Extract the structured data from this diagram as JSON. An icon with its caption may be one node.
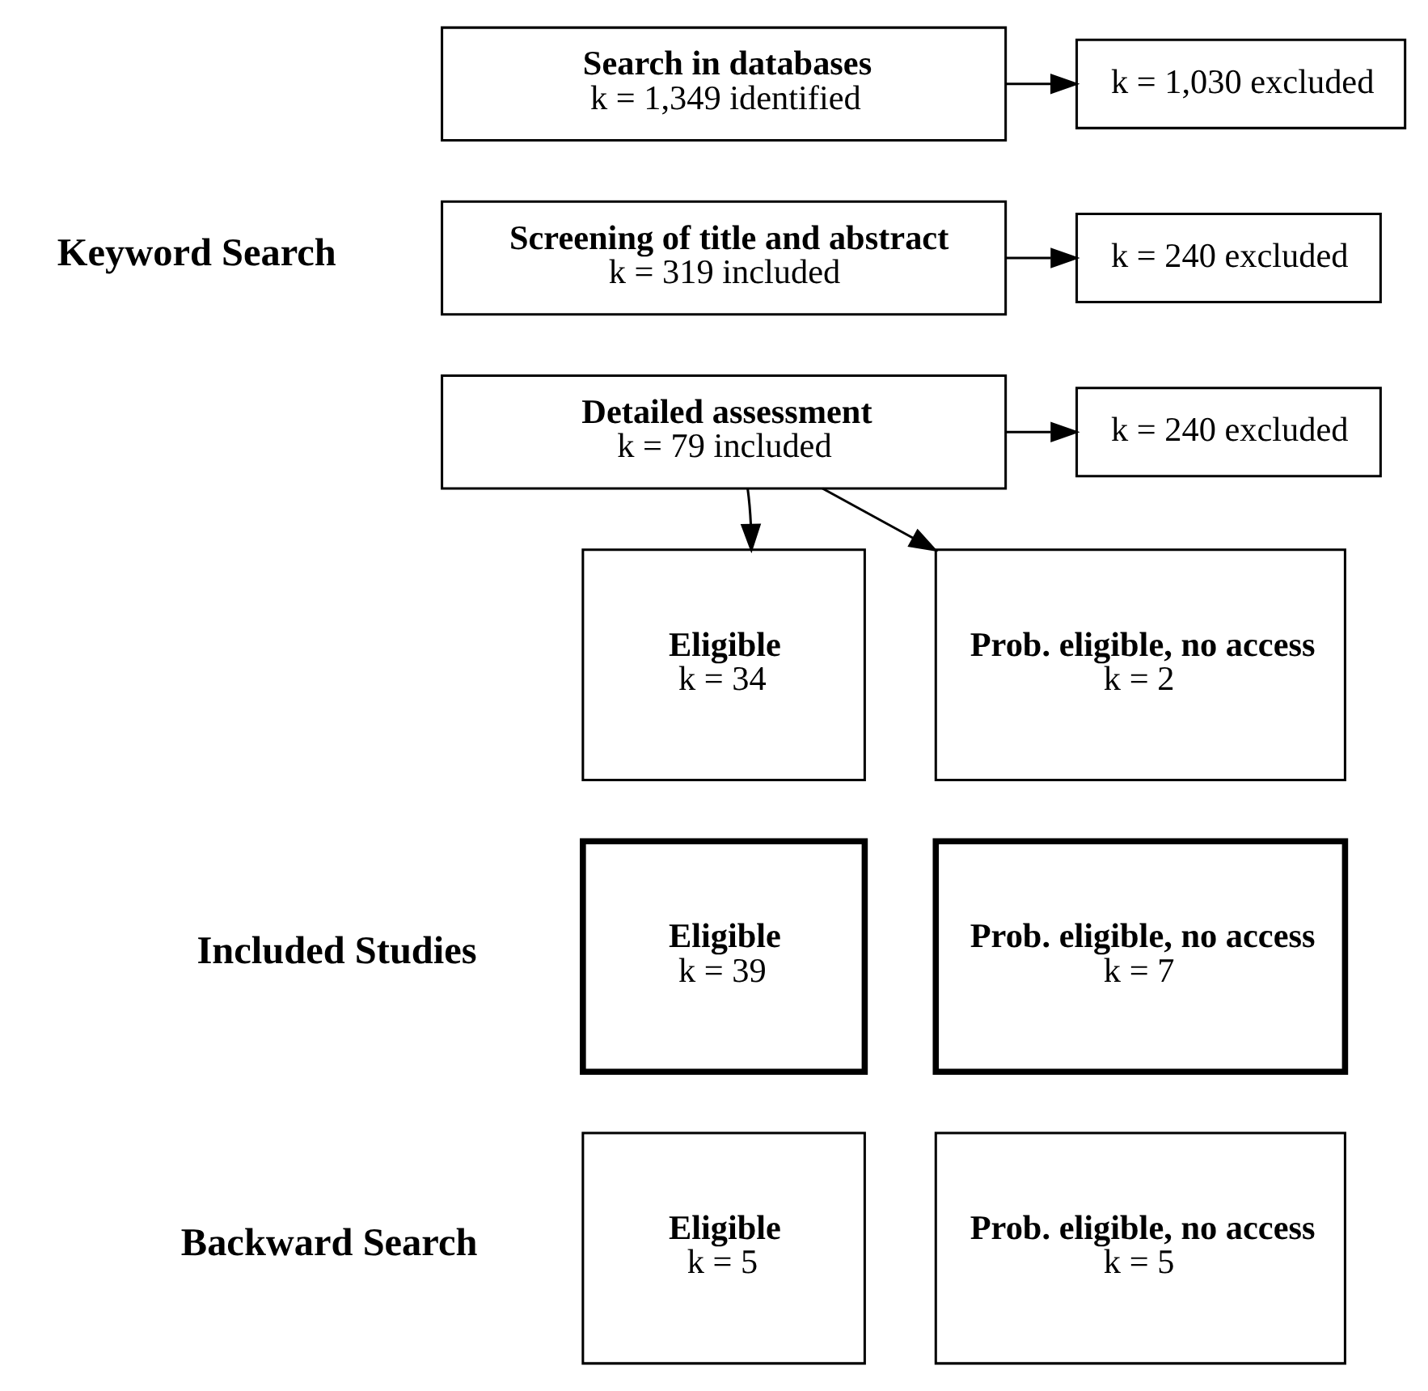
{
  "diagram": {
    "nodes": [
      {
        "text": [
          "Search in databases",
          "k = 1,349 identified"
        ]
      },
      {
        "text": [
          "k = 1,030 excluded"
        ]
      },
      {
        "text": [
          "Screening of title and abstract",
          "k = 319 included"
        ]
      },
      {
        "text": [
          "k = 240 excluded"
        ]
      },
      {
        "text": [
          "Detailed assessment",
          "k = 79 included"
        ]
      },
      {
        "text": [
          "k = 240 excluded"
        ]
      },
      {
        "text": [
          "Eligible",
          "k = 34"
        ]
      },
      {
        "text": [
          "Prob. eligible, no access",
          "k = 2"
        ]
      },
      {
        "text": [
          "Eligible",
          "k = 39"
        ]
      },
      {
        "text": [
          "Prob. eligible, no access",
          "k = 7"
        ]
      },
      {
        "text": [
          "Eligible",
          "k = 5"
        ]
      },
      {
        "text": [
          "Prob. eligible, no access",
          "k = 5"
        ]
      }
    ],
    "edges": [
      {
        "from": 0,
        "to": 1,
        "arrow": "to"
      },
      {
        "from": 2,
        "to": 3,
        "arrow": "to"
      },
      {
        "from": 4,
        "to": 5,
        "arrow": "to"
      },
      {
        "from": 4,
        "to": 6,
        "arrow": "to"
      },
      {
        "from": 4,
        "to": 7,
        "arrow": "to"
      }
    ],
    "labels": [
      "Keyword Search",
      "Included Studies",
      "Backward Search"
    ]
  }
}
